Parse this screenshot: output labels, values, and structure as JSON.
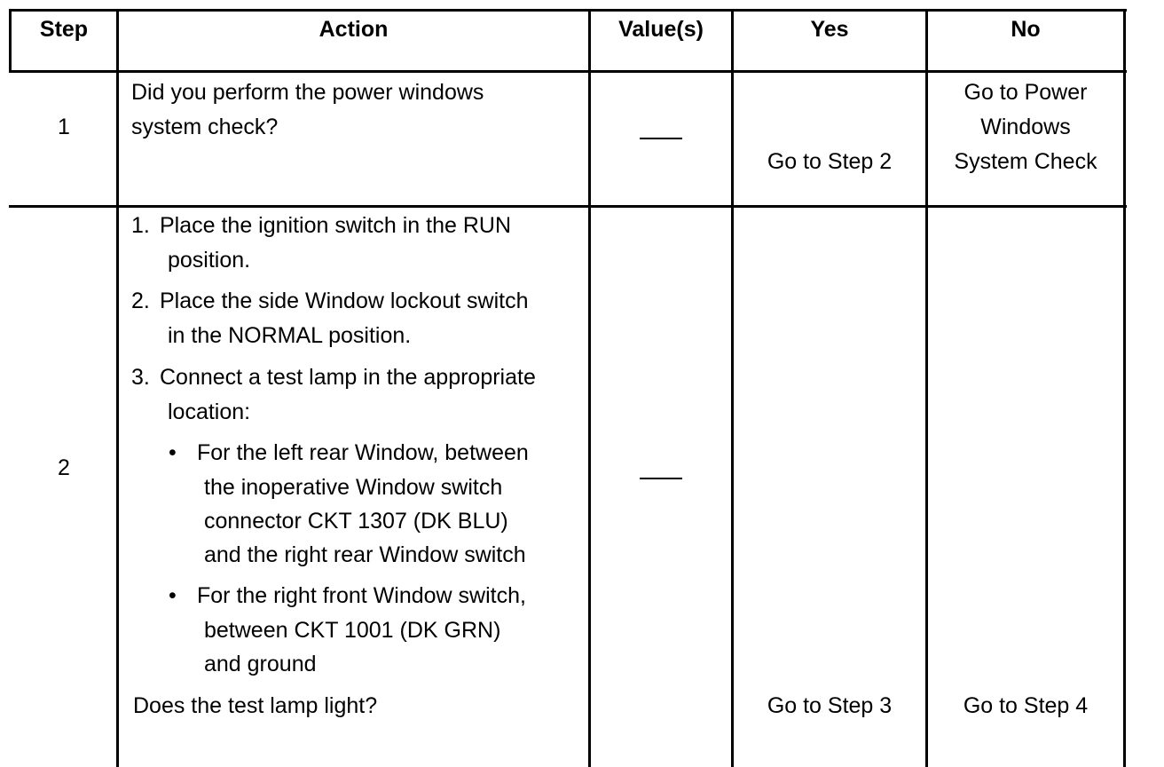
{
  "table": {
    "headers": {
      "step": "Step",
      "action": "Action",
      "values": "Value(s)",
      "yes": "Yes",
      "no": "No"
    },
    "rows": [
      {
        "step": "1",
        "action_lines": [
          "Did you perform the power windows",
          "system check?"
        ],
        "value": "",
        "yes": "Go to Step 2",
        "no_lines": [
          "Go to Power",
          "Windows",
          "System Check"
        ]
      },
      {
        "step": "2",
        "items": [
          {
            "num": "1.",
            "lines": [
              "Place the ignition switch in the RUN",
              "position."
            ]
          },
          {
            "num": "2.",
            "lines": [
              "Place the side Window lockout switch",
              "in the NORMAL position."
            ]
          },
          {
            "num": "3.",
            "lines": [
              "Connect a test lamp in the appropriate",
              "location:"
            ]
          }
        ],
        "bullets": [
          {
            "symbol": "•",
            "lines": [
              "For the left rear Window, between",
              "the inoperative Window switch",
              "connector CKT 1307 (DK BLU)",
              "and the right rear Window switch"
            ]
          },
          {
            "symbol": "•",
            "lines": [
              "For the right front Window switch,",
              "between CKT 1001 (DK GRN)",
              "and ground"
            ]
          }
        ],
        "question": "Does the test lamp light?",
        "value": "",
        "yes": "Go to Step 3",
        "no": "Go to Step 4"
      }
    ]
  }
}
